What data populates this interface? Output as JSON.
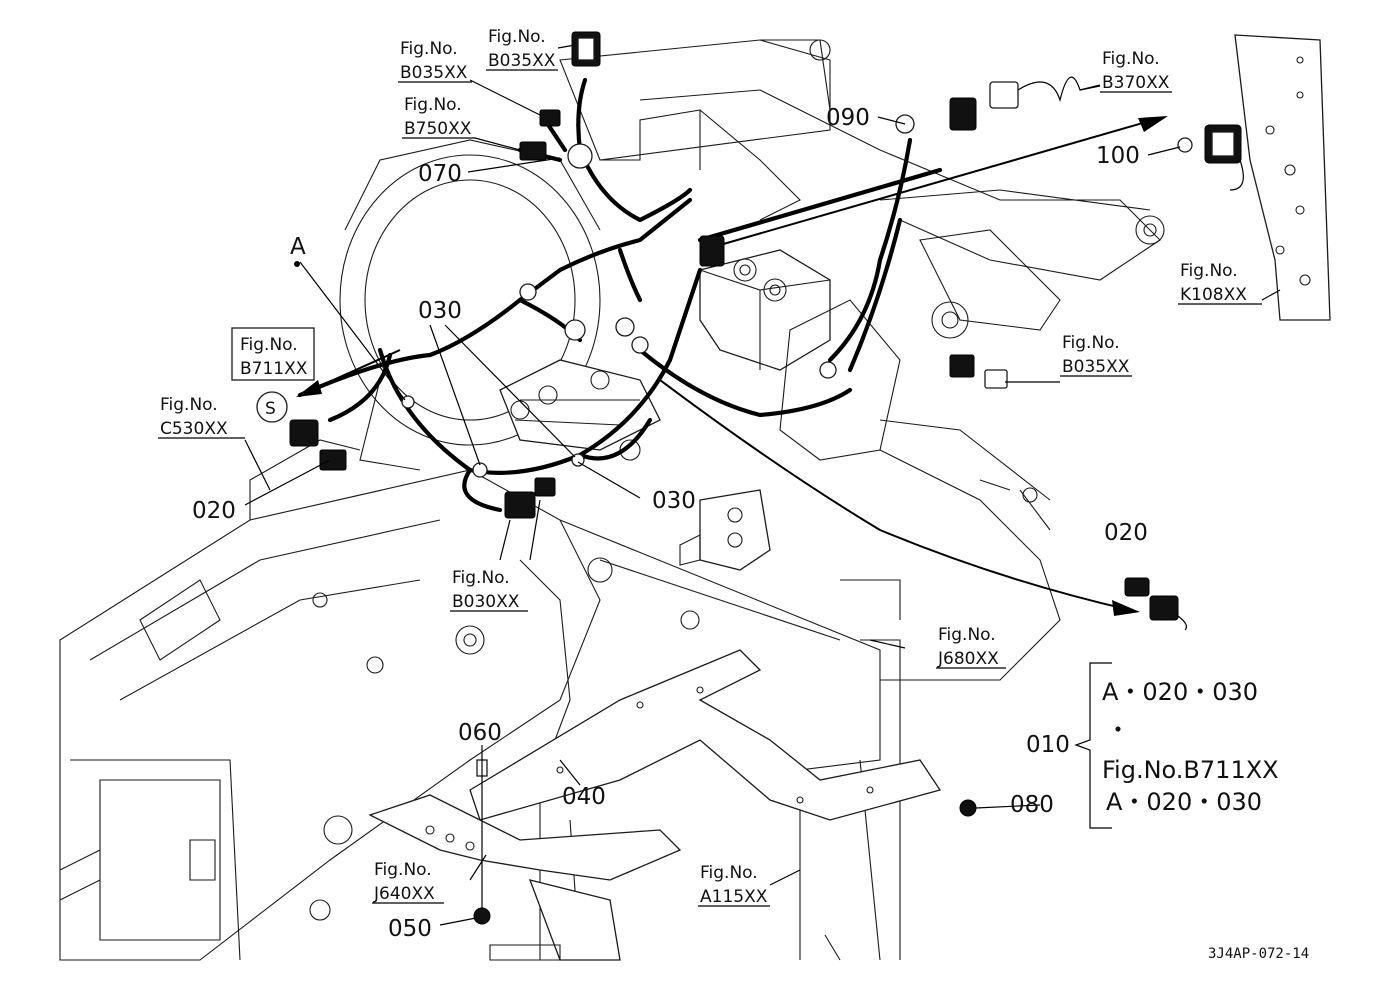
{
  "diagram": {
    "part_callouts": {
      "c090": "090",
      "c100": "100",
      "c070": "070",
      "c030a": "030",
      "c030b": "030",
      "c020a": "020",
      "c020b": "020",
      "c060": "060",
      "c040": "040",
      "c080": "080",
      "c050": "050",
      "cA": "A",
      "cS": "S"
    },
    "figure_refs": {
      "f1_line1": "Fig.No.",
      "f1_line2": "B035XX",
      "f2_line1": "Fig.No.",
      "f2_line2": "B035XX",
      "f3_line1": "Fig.No.",
      "f3_line2": "B750XX",
      "f4_line1": "Fig.No.",
      "f4_line2": "B370XX",
      "f5_line1": "Fig.No.",
      "f5_line2": "K108XX",
      "f6_line1": "Fig.No.",
      "f6_line2": "B035XX",
      "f7_line1": "Fig.No.",
      "f7_line2": "B711XX",
      "f8_line1": "Fig.No.",
      "f8_line2": "C530XX",
      "f9_line1": "Fig.No.",
      "f9_line2": "B030XX",
      "f10_line1": "Fig.No.",
      "f10_line2": "J680XX",
      "f11_line1": "Fig.No.",
      "f11_line2": "J640XX",
      "f12_line1": "Fig.No.",
      "f12_line2": "A115XX"
    },
    "assembly_legend": {
      "callout": "010",
      "line1": "A・020・030",
      "separator": "・",
      "line2": "Fig.No.B711XX",
      "line3": "A・020・030"
    },
    "drawing_reference": "3J4AP-072-14"
  }
}
